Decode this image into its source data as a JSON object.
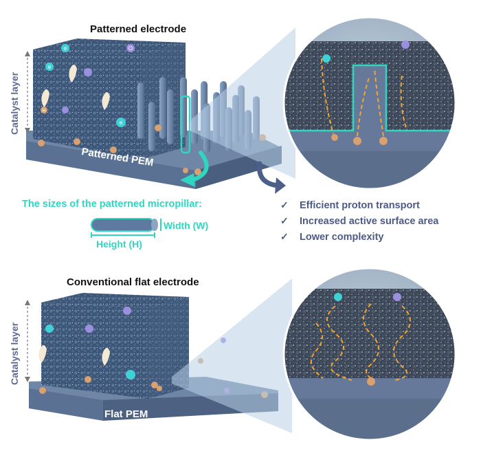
{
  "top": {
    "title": "Patterned electrode",
    "catalyst_label": "Catalyst layer",
    "membrane_label": "Patterned PEM"
  },
  "dimensions": {
    "heading": "The sizes of the patterned micropillar:",
    "width_label": "Width (W)",
    "height_label": "Height (H)"
  },
  "benefits": [
    {
      "mark": "✓",
      "text": "Efficient proton transport"
    },
    {
      "mark": "✓",
      "text": "Increased active surface area"
    },
    {
      "mark": "✓",
      "text": "Lower complexity"
    }
  ],
  "bottom": {
    "title": "Conventional flat electrode",
    "catalyst_label": "Catalyst layer",
    "membrane_label": "Flat PEM"
  },
  "particle_labels": {
    "electron": "e",
    "oxygen": "O",
    "proton": "H"
  },
  "colors": {
    "membrane": "#5b7193",
    "catalyst": "#3f5a7a",
    "accent_teal": "#2fd6c0",
    "proton_path": "#f2a532",
    "benefit_text": "#4d5a86"
  }
}
